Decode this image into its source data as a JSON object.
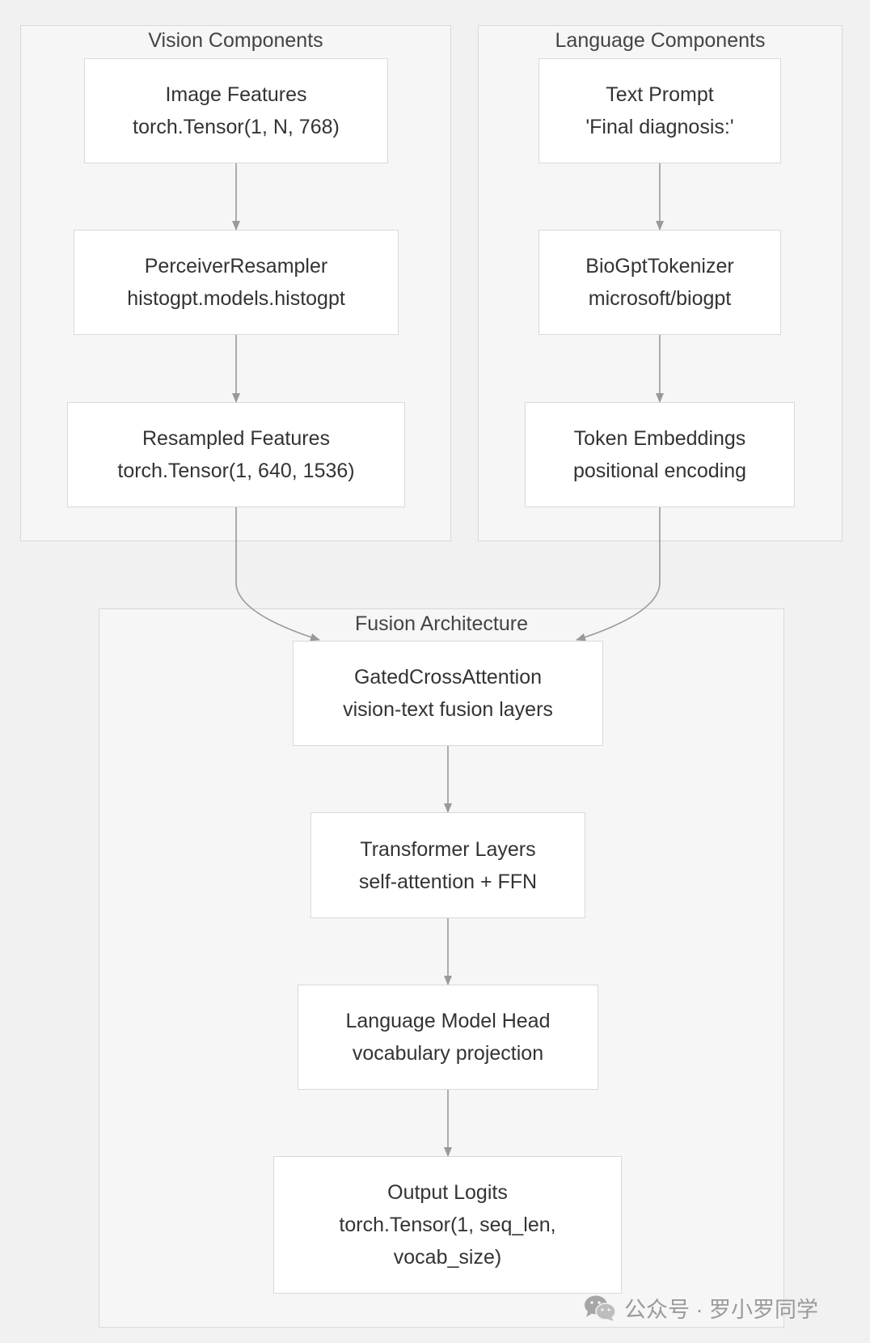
{
  "clusters": {
    "vision": "Vision Components",
    "language": "Language Components",
    "fusion": "Fusion Architecture"
  },
  "nodes": {
    "image_features": [
      "Image Features",
      "torch.Tensor(1, N, 768)"
    ],
    "perceiver_resampler": [
      "PerceiverResampler",
      "histogpt.models.histogpt"
    ],
    "resampled_features": [
      "Resampled Features",
      "torch.Tensor(1, 640, 1536)"
    ],
    "text_prompt": [
      "Text Prompt",
      "'Final diagnosis:'"
    ],
    "tokenizer": [
      "BioGptTokenizer",
      "microsoft/biogpt"
    ],
    "token_embeddings": [
      "Token Embeddings",
      "positional encoding"
    ],
    "gated_cross_attention": [
      "GatedCrossAttention",
      "vision-text fusion layers"
    ],
    "transformer_layers": [
      "Transformer Layers",
      "self-attention + FFN"
    ],
    "lm_head": [
      "Language Model Head",
      "vocabulary projection"
    ],
    "output_logits": [
      "Output Logits",
      "torch.Tensor(1, seq_len,",
      "vocab_size)"
    ]
  },
  "edges": [
    [
      "image_features",
      "perceiver_resampler"
    ],
    [
      "perceiver_resampler",
      "resampled_features"
    ],
    [
      "text_prompt",
      "tokenizer"
    ],
    [
      "tokenizer",
      "token_embeddings"
    ],
    [
      "resampled_features",
      "gated_cross_attention"
    ],
    [
      "token_embeddings",
      "gated_cross_attention"
    ],
    [
      "gated_cross_attention",
      "transformer_layers"
    ],
    [
      "transformer_layers",
      "lm_head"
    ],
    [
      "lm_head",
      "output_logits"
    ]
  ],
  "watermark": {
    "text": "公众号 · 罗小罗同学",
    "icon": "wechat-icon"
  },
  "colors": {
    "background": "#f1f1f1",
    "cluster_fill": "#f6f6f6",
    "node_fill": "#ffffff",
    "border": "#d9d9d9",
    "edge": "#999999"
  }
}
